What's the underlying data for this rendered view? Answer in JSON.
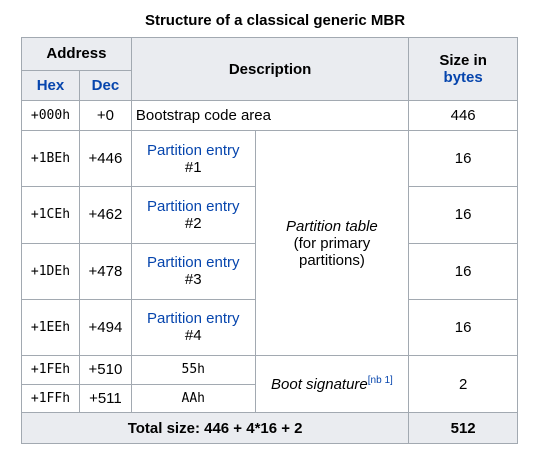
{
  "caption": "Structure of a classical generic MBR",
  "headers": {
    "address": "Address",
    "hex": "Hex",
    "dec": "Dec",
    "description": "Description",
    "size_line1": "Size in",
    "size_line2": "bytes"
  },
  "row0": {
    "hex": "+000h",
    "dec": "+0",
    "desc": "Bootstrap code area",
    "size": "446"
  },
  "partitions": [
    {
      "hex": "+1BEh",
      "dec": "+446",
      "link": "Partition entry",
      "num": "#1",
      "size": "16"
    },
    {
      "hex": "+1CEh",
      "dec": "+462",
      "link": "Partition entry",
      "num": "#2",
      "size": "16"
    },
    {
      "hex": "+1DEh",
      "dec": "+478",
      "link": "Partition entry",
      "num": "#3",
      "size": "16"
    },
    {
      "hex": "+1EEh",
      "dec": "+494",
      "link": "Partition entry",
      "num": "#4",
      "size": "16"
    }
  ],
  "partition_table": {
    "title": "Partition table",
    "sub1": "(for primary",
    "sub2": "partitions)"
  },
  "signature": [
    {
      "hex": "+1FEh",
      "dec": "+510",
      "value": "55h"
    },
    {
      "hex": "+1FFh",
      "dec": "+511",
      "value": "AAh"
    }
  ],
  "boot_signature": {
    "label": "Boot signature",
    "note": "[nb 1]",
    "size": "2"
  },
  "total": {
    "label": "Total size: 446 + 4*16 + 2",
    "value": "512"
  }
}
